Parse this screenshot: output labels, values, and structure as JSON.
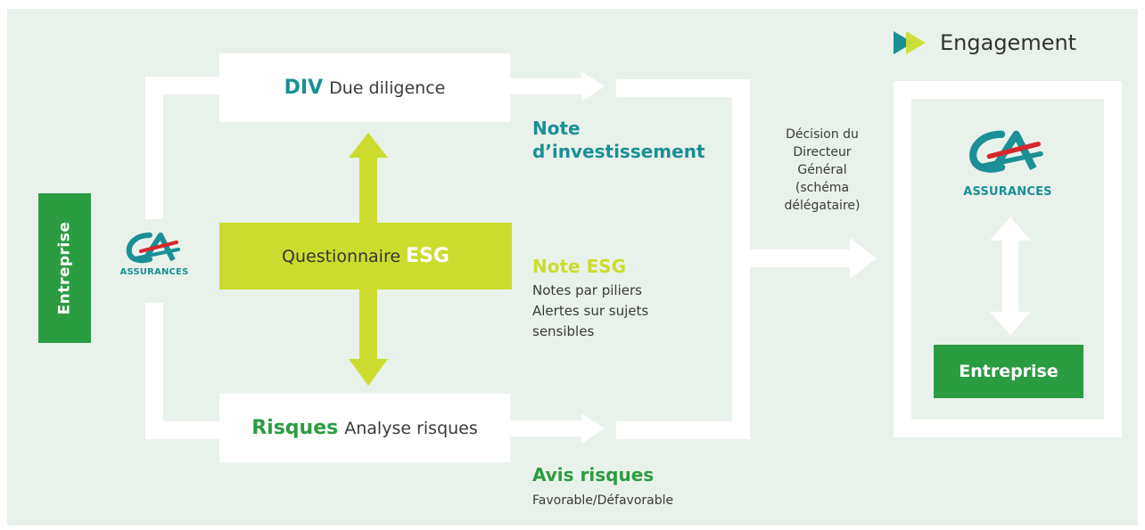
{
  "left_tab": {
    "label": "Entreprise"
  },
  "logo": {
    "brand_text": "ASSURANCES"
  },
  "due_diligence": {
    "acronym": "DIV",
    "label": "Due diligence"
  },
  "questionnaire": {
    "label": "Questionnaire",
    "emphasis": "ESG"
  },
  "risks": {
    "title": "Risques",
    "label": "Analyse risques"
  },
  "outputs": {
    "investment_note": {
      "line1": "Note",
      "line2": "d’investissement"
    },
    "esg_note": {
      "title": "Note ESG",
      "line1": "Notes par piliers",
      "line2": "Alertes sur sujets",
      "line3": "sensibles"
    },
    "risk_opinion": {
      "title": "Avis risques",
      "detail": "Favorable/Défavorable"
    }
  },
  "decision": {
    "lines": [
      "Décision du",
      "Directeur",
      "Général",
      "(schéma",
      "délégataire)"
    ]
  },
  "engagement": {
    "title": "Engagement",
    "icon": "double-chevron-icon"
  },
  "right_panel": {
    "logo_brand": "ASSURANCES",
    "entreprise_label": "Entreprise"
  },
  "colors": {
    "background": "#e9f2ea",
    "teal": "#1a8f95",
    "lime": "#ccdc2e",
    "green": "#2c9c41",
    "red": "#d7262e",
    "white": "#ffffff"
  }
}
